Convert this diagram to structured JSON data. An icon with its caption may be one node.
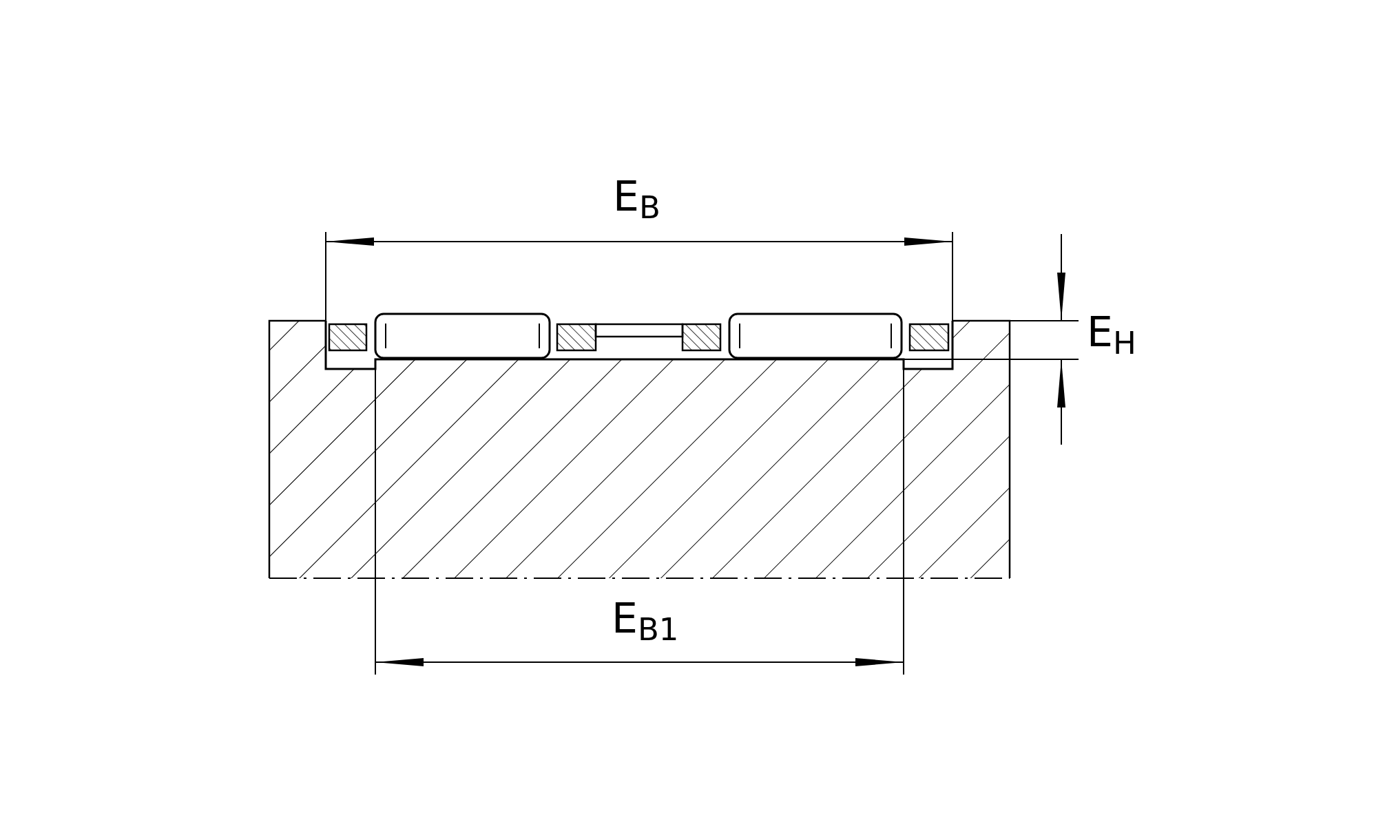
{
  "diagram": {
    "labels": [
      "E$_{B}$",
      "E$_{H}$",
      "E$_{B1}$"
    ]
  }
}
